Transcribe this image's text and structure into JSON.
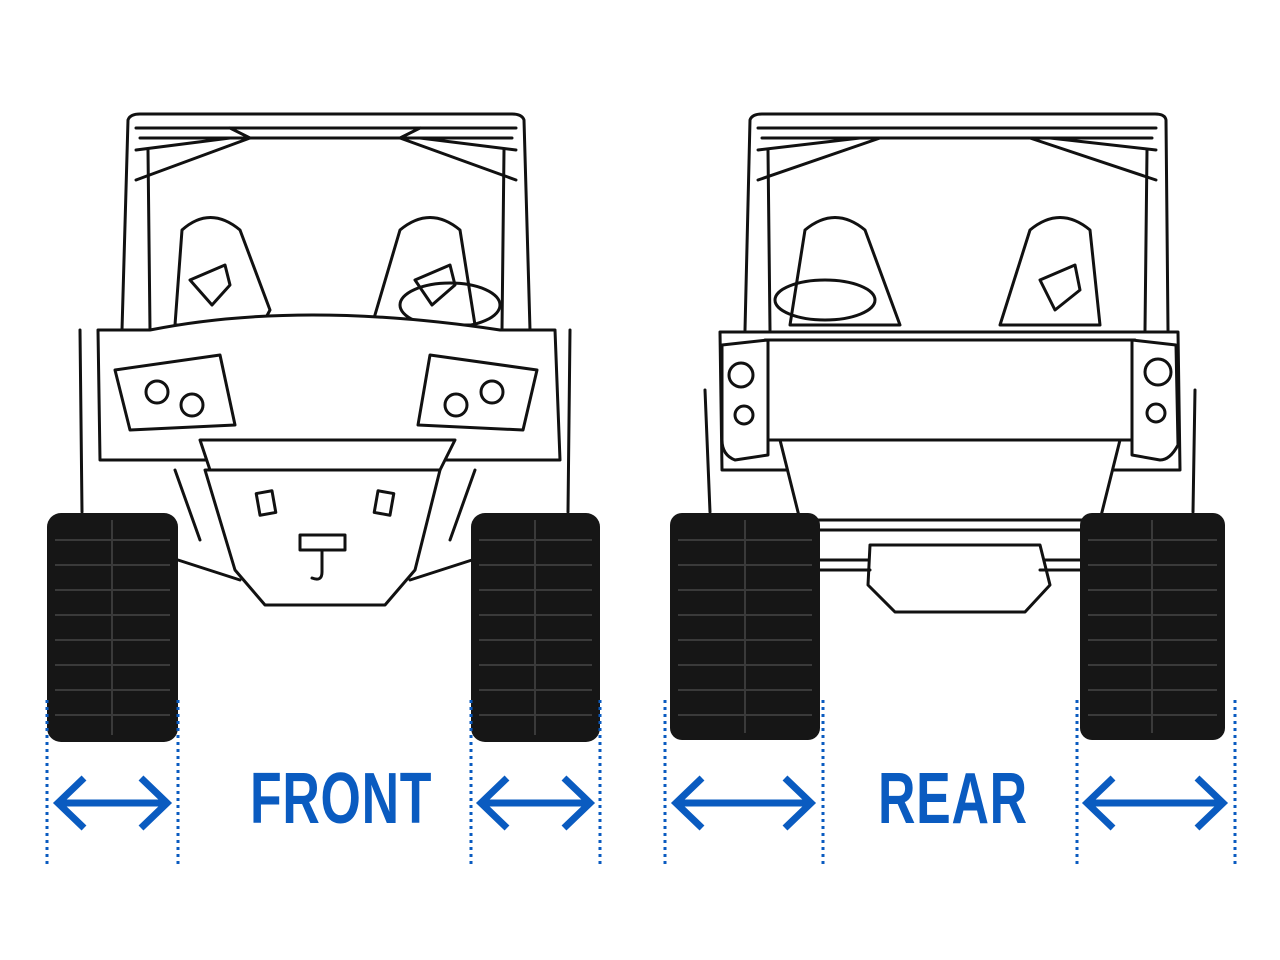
{
  "labels": {
    "front": "FRONT",
    "rear": "REAR"
  },
  "colors": {
    "accent": "#0a5bc0",
    "line": "#111111",
    "track": "#161616"
  },
  "icons": [
    "utv-front-view",
    "utv-rear-view",
    "track-width-arrow"
  ]
}
